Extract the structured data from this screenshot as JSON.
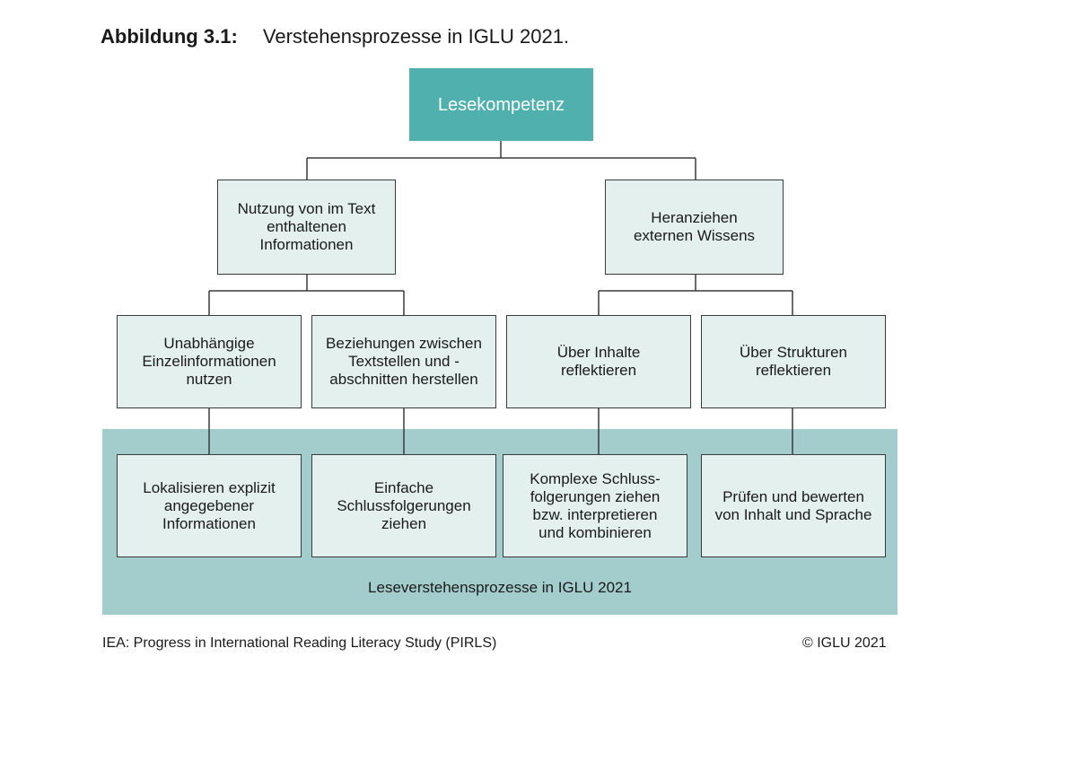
{
  "figure": {
    "label": "Abbildung 3.1:",
    "title": "Verstehensprozesse in IGLU 2021."
  },
  "root": {
    "text": "Lesekompetenz"
  },
  "level1": [
    {
      "text": "Nutzung von im Text enthaltenen Informationen"
    },
    {
      "text": "Heranziehen externen Wissens"
    }
  ],
  "level2": [
    {
      "text": "Unabhängige Einzelinformationen nutzen"
    },
    {
      "text": "Beziehungen zwischen Textstellen und -abschnitten herstellen"
    },
    {
      "text": "Über Inhalte reflektieren"
    },
    {
      "text": "Über Strukturen reflektieren"
    }
  ],
  "level3": [
    {
      "text": "Lokalisieren explizit angegebener Informationen"
    },
    {
      "text": "Einfache Schlussfolgerungen ziehen"
    },
    {
      "text": "Komplexe Schluss-folgerungen ziehen bzw. interpretieren und kombinieren"
    },
    {
      "text": "Prüfen und bewerten von Inhalt und Sprache"
    }
  ],
  "band": {
    "label": "Leseverstehensprozesse in IGLU 2021"
  },
  "footer": {
    "source": "IEA: Progress in International Reading Literacy Study (PIRLS)",
    "copyright": "© IGLU 2021"
  },
  "colors": {
    "root_fill": "#4fb0ad",
    "box_fill": "#e4f0ee",
    "band_fill": "#a2cdcc"
  }
}
